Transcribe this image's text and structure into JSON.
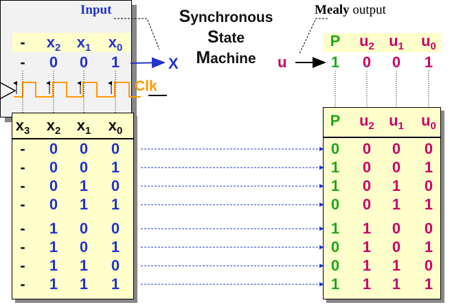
{
  "labels": {
    "input_title": "Input",
    "mealy_word": "Mealy",
    "output_word": "output",
    "x_port": "X",
    "u_port": "u",
    "clk": "Clk"
  },
  "machine": {
    "line1_cap": "S",
    "line1_rest": "ynchronous",
    "line2_cap": "S",
    "line2_rest": "tate",
    "line3_cap": "M",
    "line3_rest": "achine"
  },
  "input_example": {
    "headers": [
      {
        "base": "-",
        "sub": ""
      },
      {
        "base": "x",
        "sub": "2"
      },
      {
        "base": "x",
        "sub": "1"
      },
      {
        "base": "x",
        "sub": "0"
      }
    ],
    "values": [
      "-",
      "0",
      "0",
      "1"
    ]
  },
  "output_example": {
    "headers": [
      {
        "base": "P",
        "sub": ""
      },
      {
        "base": "u",
        "sub": "2"
      },
      {
        "base": "u",
        "sub": "1"
      },
      {
        "base": "u",
        "sub": "0"
      }
    ],
    "values": [
      "1",
      "0",
      "0",
      "1"
    ]
  },
  "input_table": {
    "headers": [
      {
        "base": "x",
        "sub": "3"
      },
      {
        "base": "x",
        "sub": "2"
      },
      {
        "base": "x",
        "sub": "1"
      },
      {
        "base": "x",
        "sub": "0"
      }
    ],
    "rows": [
      [
        "-",
        "0",
        "0",
        "0"
      ],
      [
        "-",
        "0",
        "0",
        "1"
      ],
      [
        "-",
        "0",
        "1",
        "0"
      ],
      [
        "-",
        "0",
        "1",
        "1"
      ],
      [
        "-",
        "1",
        "0",
        "0"
      ],
      [
        "-",
        "1",
        "0",
        "1"
      ],
      [
        "-",
        "1",
        "1",
        "0"
      ],
      [
        "-",
        "1",
        "1",
        "1"
      ]
    ]
  },
  "output_table": {
    "headers": [
      {
        "base": "P",
        "sub": ""
      },
      {
        "base": "u",
        "sub": "2"
      },
      {
        "base": "u",
        "sub": "1"
      },
      {
        "base": "u",
        "sub": "0"
      }
    ],
    "rows": [
      [
        "0",
        "0",
        "0",
        "0"
      ],
      [
        "1",
        "0",
        "0",
        "1"
      ],
      [
        "1",
        "0",
        "1",
        "0"
      ],
      [
        "0",
        "0",
        "1",
        "1"
      ],
      [
        "1",
        "1",
        "0",
        "0"
      ],
      [
        "0",
        "1",
        "0",
        "1"
      ],
      [
        "0",
        "1",
        "1",
        "0"
      ],
      [
        "1",
        "1",
        "1",
        "1"
      ]
    ]
  },
  "colors": {
    "input_values": "#2233cc",
    "output_parity": "#1aaa1a",
    "output_values": "#cc0066",
    "clock": "#ff9900",
    "highlight": "#ffffcc"
  }
}
